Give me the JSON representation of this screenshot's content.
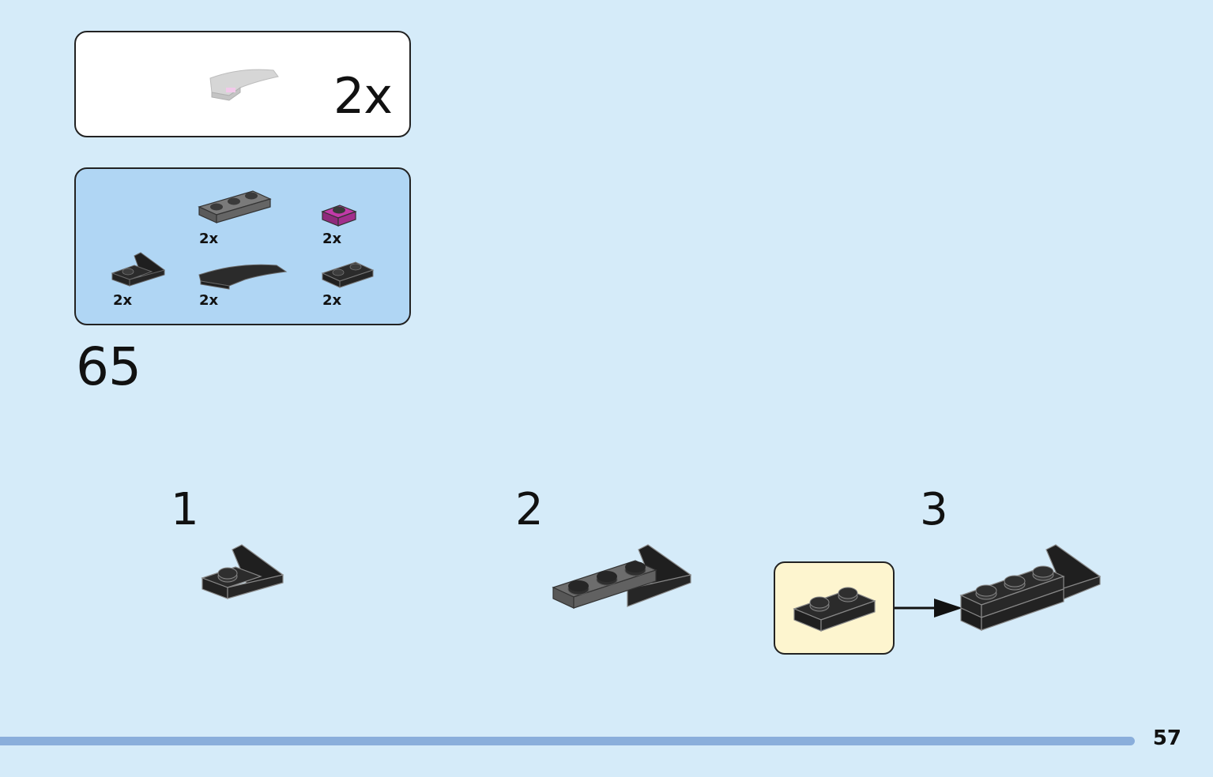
{
  "multiplier": {
    "label": "2x"
  },
  "parts_list": {
    "items": [
      {
        "name": "plate-1x3-dark-grey",
        "qty": "2x"
      },
      {
        "name": "plate-1x1-magenta",
        "qty": "2x"
      },
      {
        "name": "bracket-black",
        "qty": "2x"
      },
      {
        "name": "curved-slope-black",
        "qty": "2x"
      },
      {
        "name": "plate-1x2-black",
        "qty": "2x"
      }
    ]
  },
  "step": {
    "number": "65"
  },
  "sub_steps": [
    {
      "number": "1"
    },
    {
      "number": "2"
    },
    {
      "number": "3"
    }
  ],
  "page": {
    "number": "57"
  },
  "colors": {
    "background": "#d5ebf9",
    "parts_box": "#b0d6f4",
    "callout": "#fdf5cf",
    "progress_bar": "#8aaedb",
    "brick_black": "#2b2b2b",
    "brick_dark_grey": "#6b6b6b",
    "brick_magenta": "#b0309a"
  }
}
